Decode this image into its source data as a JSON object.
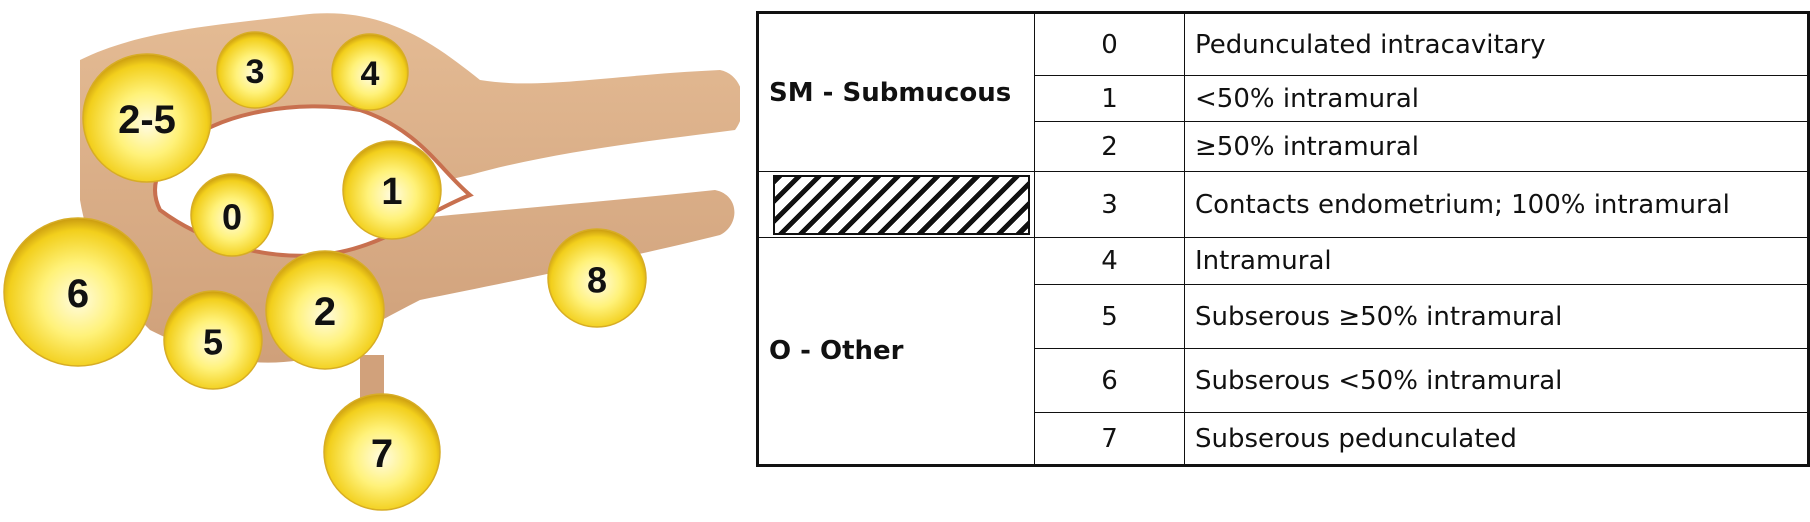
{
  "diagram": {
    "fibroid_labels": [
      "2-5",
      "3",
      "4",
      "1",
      "0",
      "6",
      "5",
      "2",
      "8",
      "7"
    ]
  },
  "table": {
    "groups": [
      {
        "label": "SM - Submucous"
      },
      {
        "label": ""
      },
      {
        "label": "O - Other"
      }
    ],
    "rows": [
      {
        "num": "0",
        "desc": "Pedunculated intracavitary"
      },
      {
        "num": "1",
        "desc": "<50% intramural"
      },
      {
        "num": "2",
        "desc": "≥50% intramural"
      },
      {
        "num": "3",
        "desc": "Contacts endometrium; 100% intramural"
      },
      {
        "num": "4",
        "desc": "Intramural"
      },
      {
        "num": "5",
        "desc": "Subserous ≥50% intramural"
      },
      {
        "num": "6",
        "desc": "Subserous <50% intramural"
      },
      {
        "num": "7",
        "desc": "Subserous pedunculated"
      }
    ]
  }
}
